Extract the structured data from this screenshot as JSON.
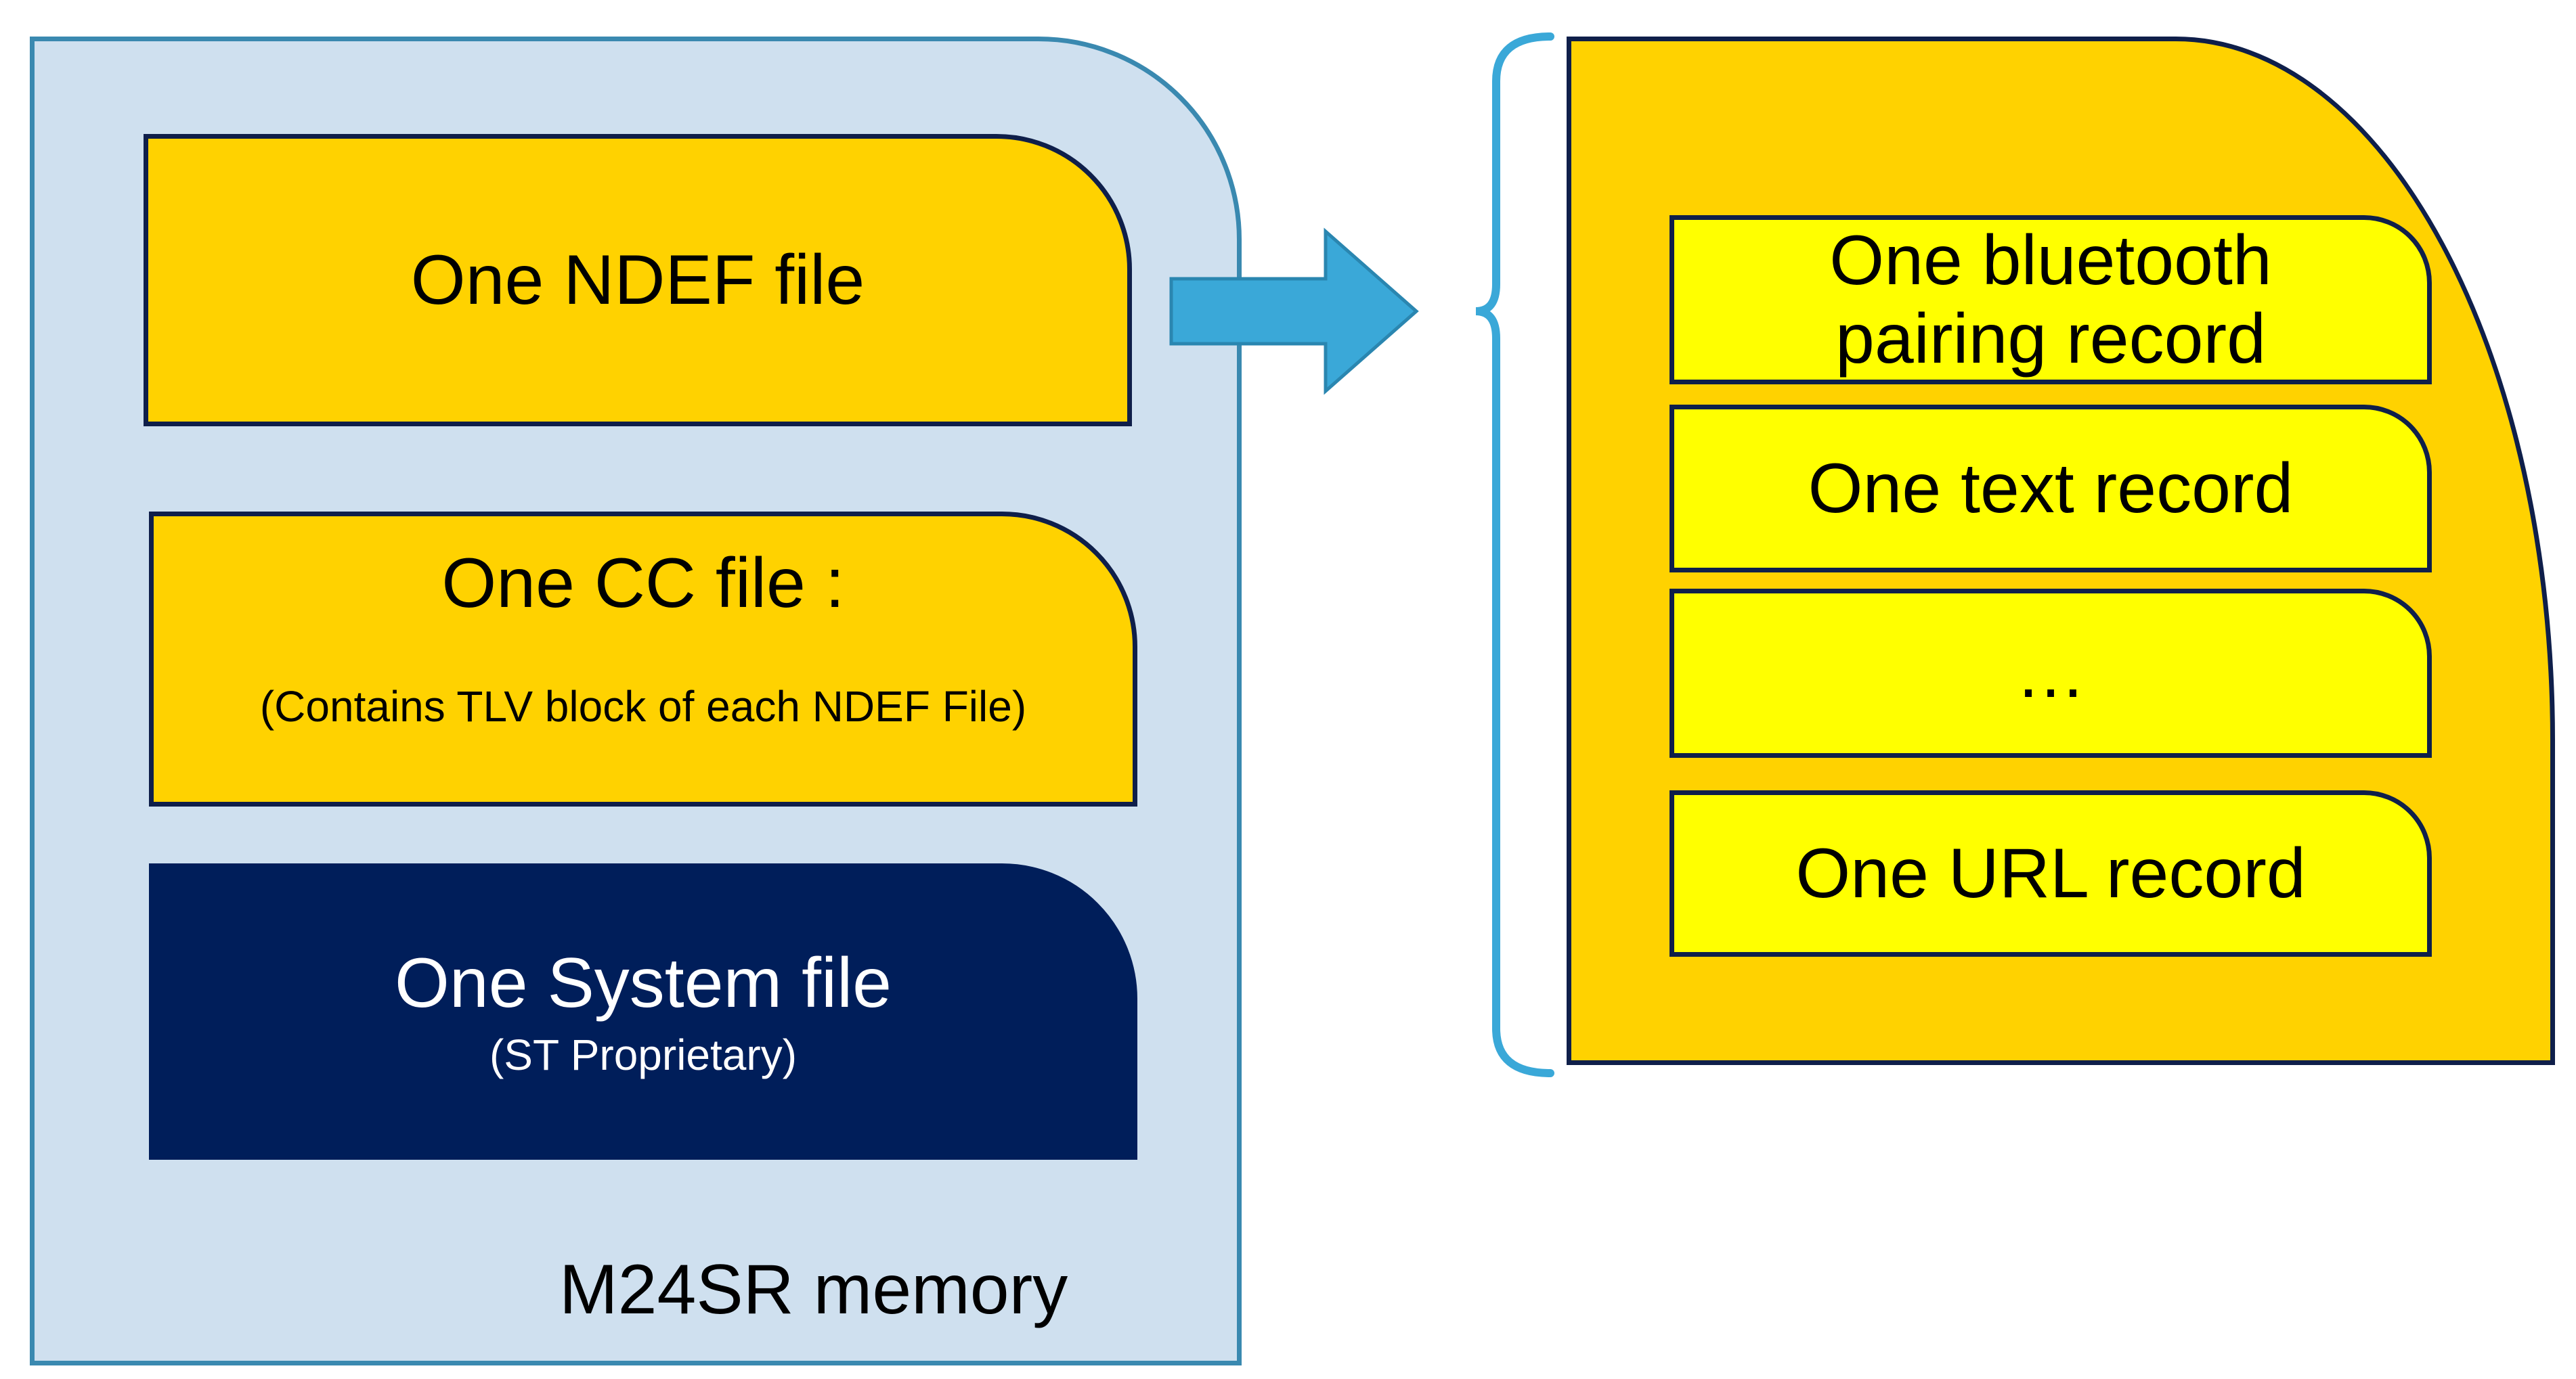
{
  "memory": {
    "label": "M24SR memory",
    "files": {
      "ndef": {
        "title": "One NDEF file"
      },
      "cc": {
        "title": "One CC file :",
        "note": "(Contains TLV block of each NDEF File)"
      },
      "system": {
        "title": "One System file",
        "note": "(ST Proprietary)"
      }
    }
  },
  "ndef_file_contents": {
    "records": [
      {
        "line1": "One bluetooth",
        "line2": "pairing record"
      },
      {
        "label": "One text record"
      },
      {
        "label": "…"
      },
      {
        "label": "One URL record"
      }
    ]
  },
  "colors": {
    "memory_fill": "#cfe0ef",
    "memory_border": "#3a89b0",
    "file_fill": "#ffd200",
    "record_fill": "#ffff00",
    "system_fill": "#001e5a",
    "arrow": "#3aa8d8",
    "outline": "#0f1f4a"
  },
  "icons": [
    "right-arrow-icon",
    "curly-brace-icon"
  ]
}
